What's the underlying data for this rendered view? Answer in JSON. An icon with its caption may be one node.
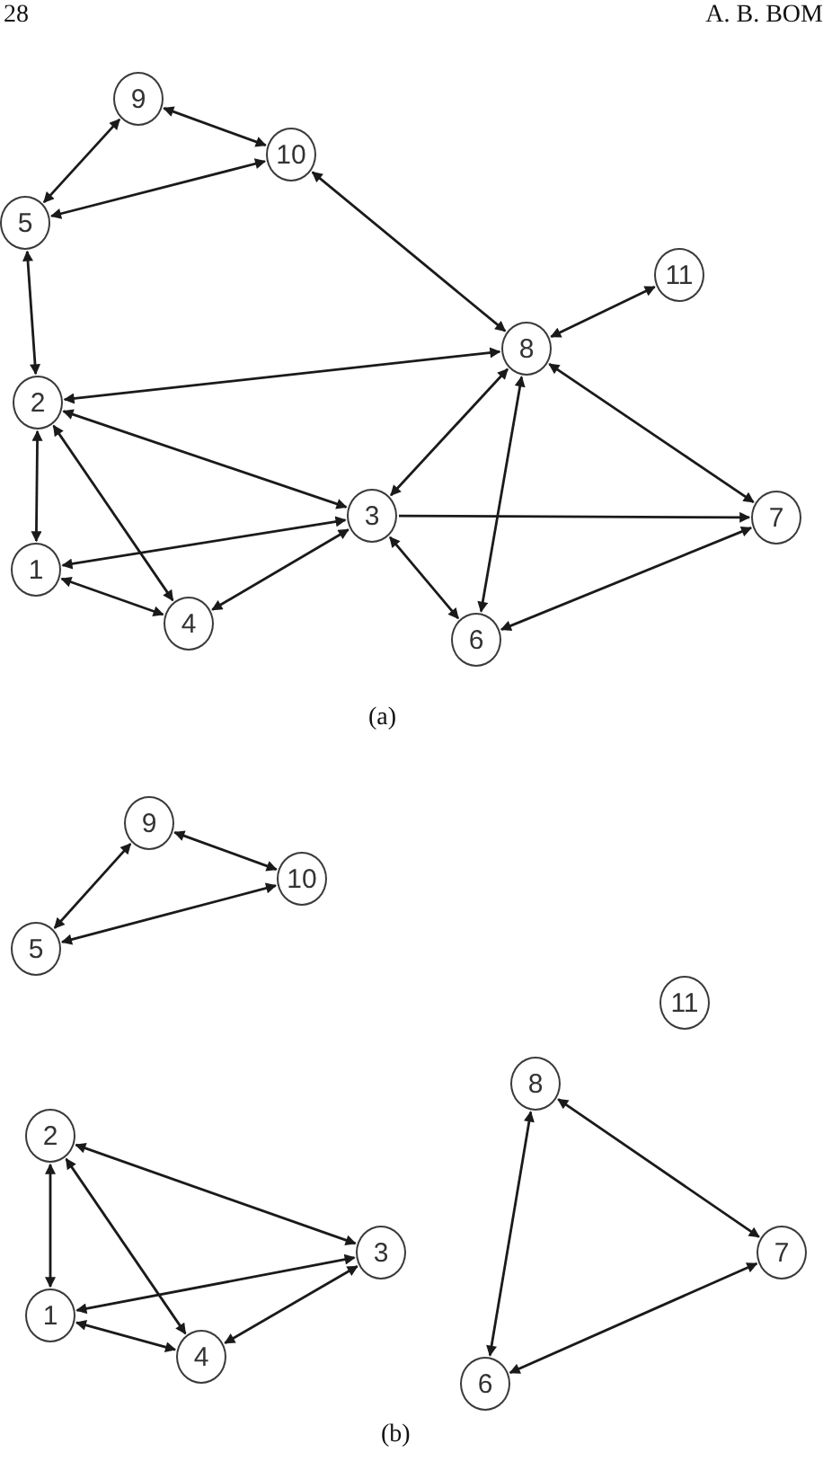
{
  "diagram": {
    "nodes": [
      {
        "text": [
          "9"
        ]
      },
      {
        "text": [
          "10"
        ]
      },
      {
        "text": [
          "5"
        ]
      },
      {
        "text": [
          "11"
        ]
      },
      {
        "text": [
          "8"
        ]
      },
      {
        "text": [
          "2"
        ]
      },
      {
        "text": [
          "3"
        ]
      },
      {
        "text": [
          "7"
        ]
      },
      {
        "text": [
          "1"
        ]
      },
      {
        "text": [
          "4"
        ]
      },
      {
        "text": [
          "6"
        ]
      },
      {
        "text": [
          "9"
        ]
      },
      {
        "text": [
          "10"
        ]
      },
      {
        "text": [
          "5"
        ]
      },
      {
        "text": [
          "11"
        ]
      },
      {
        "text": [
          "8"
        ]
      },
      {
        "text": [
          "2"
        ]
      },
      {
        "text": [
          "3"
        ]
      },
      {
        "text": [
          "7"
        ]
      },
      {
        "text": [
          "1"
        ]
      },
      {
        "text": [
          "4"
        ]
      },
      {
        "text": [
          "6"
        ]
      }
    ],
    "edges": [
      {
        "from": 0,
        "to": 1,
        "arrow": "both"
      },
      {
        "from": 0,
        "to": 2,
        "arrow": "both"
      },
      {
        "from": 2,
        "to": 1,
        "arrow": "both"
      },
      {
        "from": 1,
        "to": 4,
        "arrow": "both"
      },
      {
        "from": 3,
        "to": 4,
        "arrow": "both"
      },
      {
        "from": 5,
        "to": 4,
        "arrow": "both"
      },
      {
        "from": 2,
        "to": 5,
        "arrow": "both"
      },
      {
        "from": 5,
        "to": 6,
        "arrow": "both"
      },
      {
        "from": 5,
        "to": 8,
        "arrow": "both"
      },
      {
        "from": 5,
        "to": 9,
        "arrow": "both"
      },
      {
        "from": 8,
        "to": 6,
        "arrow": "both"
      },
      {
        "from": 8,
        "to": 9,
        "arrow": "both"
      },
      {
        "from": 9,
        "to": 6,
        "arrow": "both"
      },
      {
        "from": 6,
        "to": 4,
        "arrow": "both"
      },
      {
        "from": 6,
        "to": 7,
        "arrow": "to"
      },
      {
        "from": 6,
        "to": 10,
        "arrow": "both"
      },
      {
        "from": 4,
        "to": 10,
        "arrow": "both"
      },
      {
        "from": 4,
        "to": 7,
        "arrow": "both"
      },
      {
        "from": 10,
        "to": 7,
        "arrow": "both"
      },
      {
        "from": 11,
        "to": 13,
        "arrow": "both"
      },
      {
        "from": 11,
        "to": 12,
        "arrow": "both"
      },
      {
        "from": 13,
        "to": 12,
        "arrow": "both"
      },
      {
        "from": 16,
        "to": 19,
        "arrow": "both"
      },
      {
        "from": 16,
        "to": 17,
        "arrow": "both"
      },
      {
        "from": 16,
        "to": 20,
        "arrow": "both"
      },
      {
        "from": 19,
        "to": 17,
        "arrow": "both"
      },
      {
        "from": 19,
        "to": 20,
        "arrow": "both"
      },
      {
        "from": 20,
        "to": 17,
        "arrow": "both"
      },
      {
        "from": 15,
        "to": 18,
        "arrow": "both"
      },
      {
        "from": 15,
        "to": 21,
        "arrow": "both"
      },
      {
        "from": 21,
        "to": 18,
        "arrow": "both"
      }
    ],
    "labels": [
      "28",
      "A. B. BOM",
      "(a)",
      "(b)"
    ]
  }
}
